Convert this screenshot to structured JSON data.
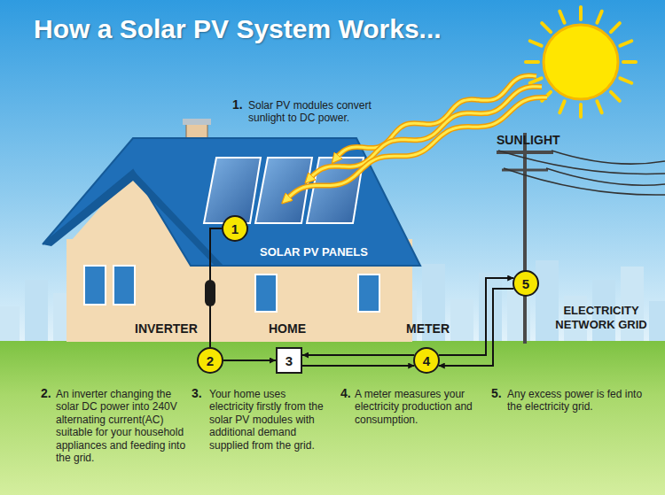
{
  "diagram": {
    "title": "How a Solar PV System Works...",
    "nodes": [
      {
        "text": [
          "1"
        ]
      },
      {
        "text": [
          "2"
        ]
      },
      {
        "text": [
          "3"
        ]
      },
      {
        "text": [
          "4"
        ]
      },
      {
        "text": [
          "5"
        ]
      }
    ],
    "edges": [
      {
        "from": 0,
        "to": 1,
        "arrow": "none"
      },
      {
        "from": 1,
        "to": 2,
        "arrow": "to"
      },
      {
        "from": 3,
        "to": 2,
        "arrow": "to"
      },
      {
        "from": 2,
        "to": 3,
        "arrow": "to"
      },
      {
        "from": 3,
        "to": 4,
        "arrow": "to"
      },
      {
        "from": 4,
        "to": 3,
        "arrow": "to"
      }
    ],
    "labels": [
      "SUNLIGHT",
      "1.",
      "Solar PV modules convert sunlight to DC power.",
      "SOLAR PV PANELS",
      "INVERTER",
      "HOME",
      "METER",
      "ELECTRICITY NETWORK GRID",
      "2.",
      "An inverter changing the solar DC power into 240V alternating current(AC) suitable for your household appliances and feeding into the grid.",
      "3.",
      "Your home uses electricity firstly from the solar PV modules with additional demand supplied from the grid.",
      "4.",
      "A meter measures your electricity production and consumption.",
      "5.",
      "Any excess power is fed into the electricity grid."
    ]
  }
}
